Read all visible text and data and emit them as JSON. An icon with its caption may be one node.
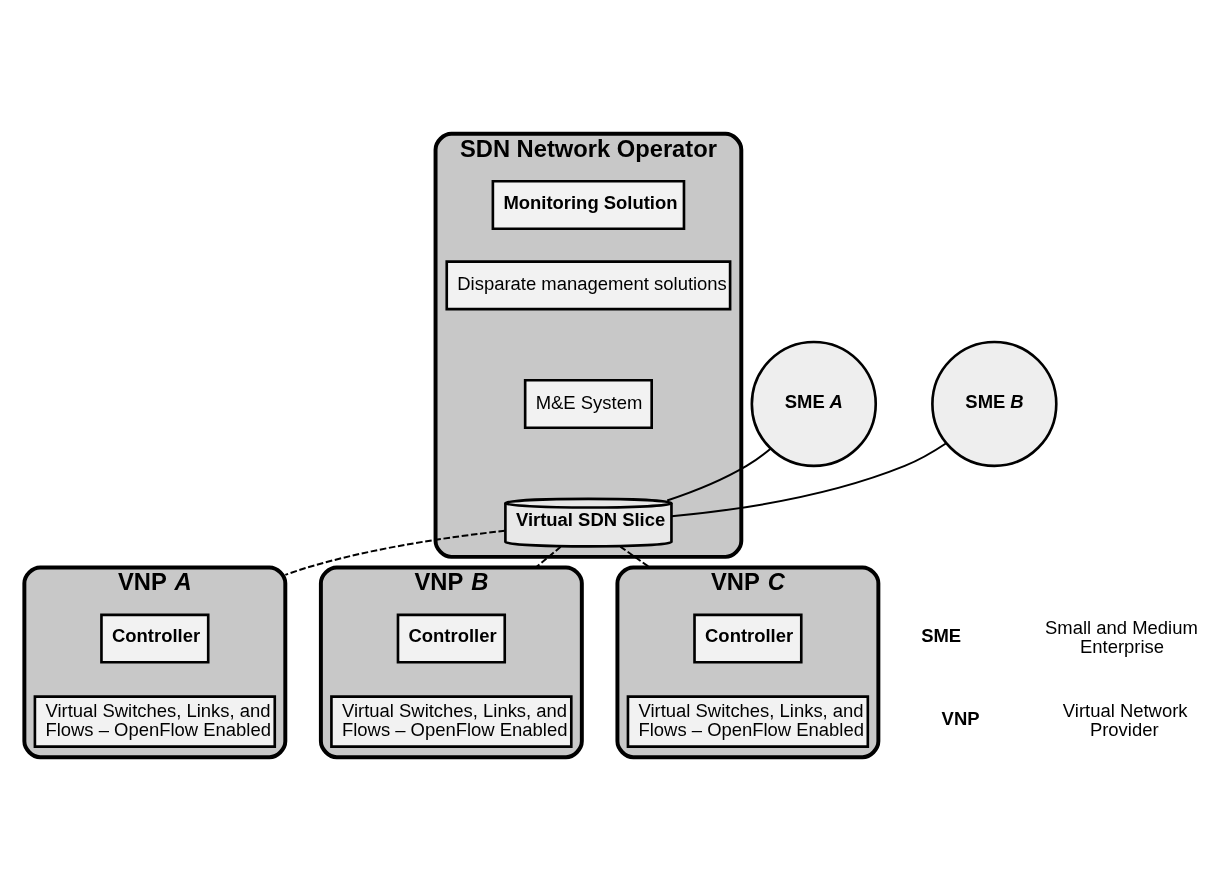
{
  "diagram": {
    "nodes": [
      {
        "text": [
          "SDN Network Operator"
        ]
      },
      {
        "text": [
          "Monitoring Solution"
        ],
        "in": 0
      },
      {
        "text": [
          "Disparate management solutions"
        ],
        "in": 0
      },
      {
        "text": [
          "M&E System"
        ],
        "in": 0
      },
      {
        "text": [
          "Virtual SDN Slice"
        ],
        "in": 0
      },
      {
        "text": [
          "SME *A*"
        ]
      },
      {
        "text": [
          "SME *B*"
        ]
      },
      {
        "text": [
          "VNP *A*"
        ]
      },
      {
        "text": [
          "Controller"
        ],
        "in": 7
      },
      {
        "text": [
          "Virtual Switches, Links, and Flows – OpenFlow Enabled"
        ],
        "in": 7
      },
      {
        "text": [
          "VNP *B*"
        ]
      },
      {
        "text": [
          "Controller"
        ],
        "in": 10
      },
      {
        "text": [
          "Virtual Switches, Links, and Flows – OpenFlow Enabled"
        ],
        "in": 10
      },
      {
        "text": [
          "VNP *C*"
        ]
      },
      {
        "text": [
          "Controller"
        ],
        "in": 13
      },
      {
        "text": [
          "Virtual Switches, Links, and Flows – OpenFlow Enabled"
        ],
        "in": 13
      }
    ],
    "edges": [
      {
        "from": 5,
        "to": 4,
        "arrow": "none"
      },
      {
        "from": 6,
        "to": 4,
        "arrow": "none"
      },
      {
        "from": 4,
        "to": 7,
        "arrow": "none",
        "style": "dashed"
      },
      {
        "from": 4,
        "to": 13,
        "arrow": "none",
        "style": "dashed"
      },
      {
        "from": 4,
        "to": 10,
        "arrow": "none",
        "style": "dashed"
      }
    ],
    "labels": [
      "SME",
      "Small and Medium Enterprise",
      "VNP",
      "Virtual Network Provider"
    ]
  }
}
